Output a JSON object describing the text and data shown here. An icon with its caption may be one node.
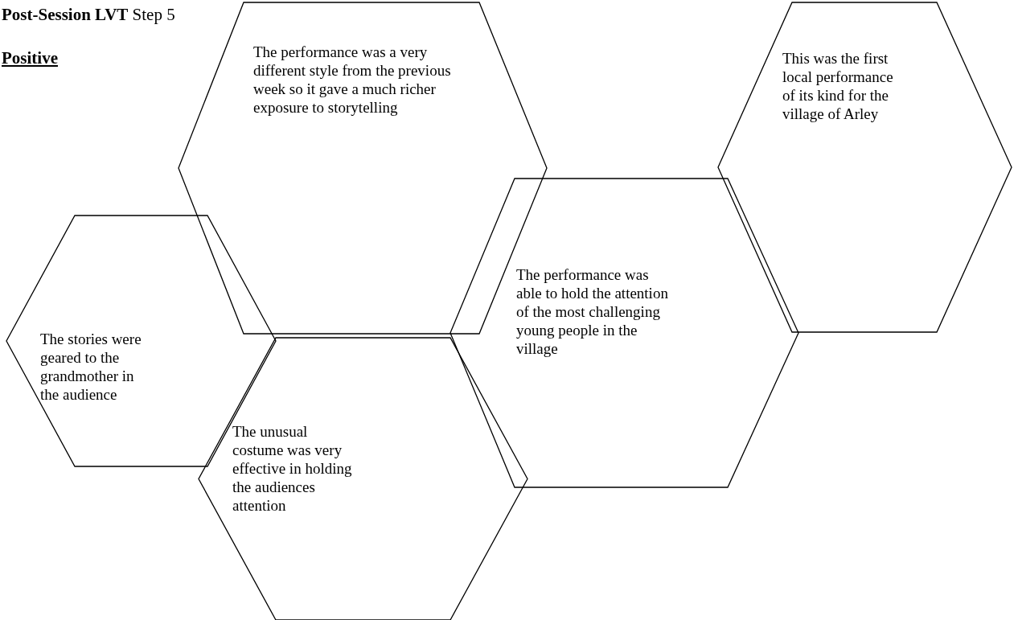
{
  "diagram": {
    "title": "**Post-Session LVT** Step 5",
    "nodes": [
      {
        "text": [
          "The performance was a very different style from the previous week so it gave a much richer exposure to storytelling"
        ]
      },
      {
        "text": [
          "The stories were geared to the grandmother in the audience"
        ]
      },
      {
        "text": [
          "The unusual costume was very effective in holding the audiences attention"
        ]
      },
      {
        "text": [
          "The performance was able to hold the attention of the most challenging young people in the village"
        ]
      },
      {
        "text": [
          "This was the first local performance of its kind for the village of Arley"
        ]
      }
    ],
    "labels": [
      "Positive"
    ]
  }
}
